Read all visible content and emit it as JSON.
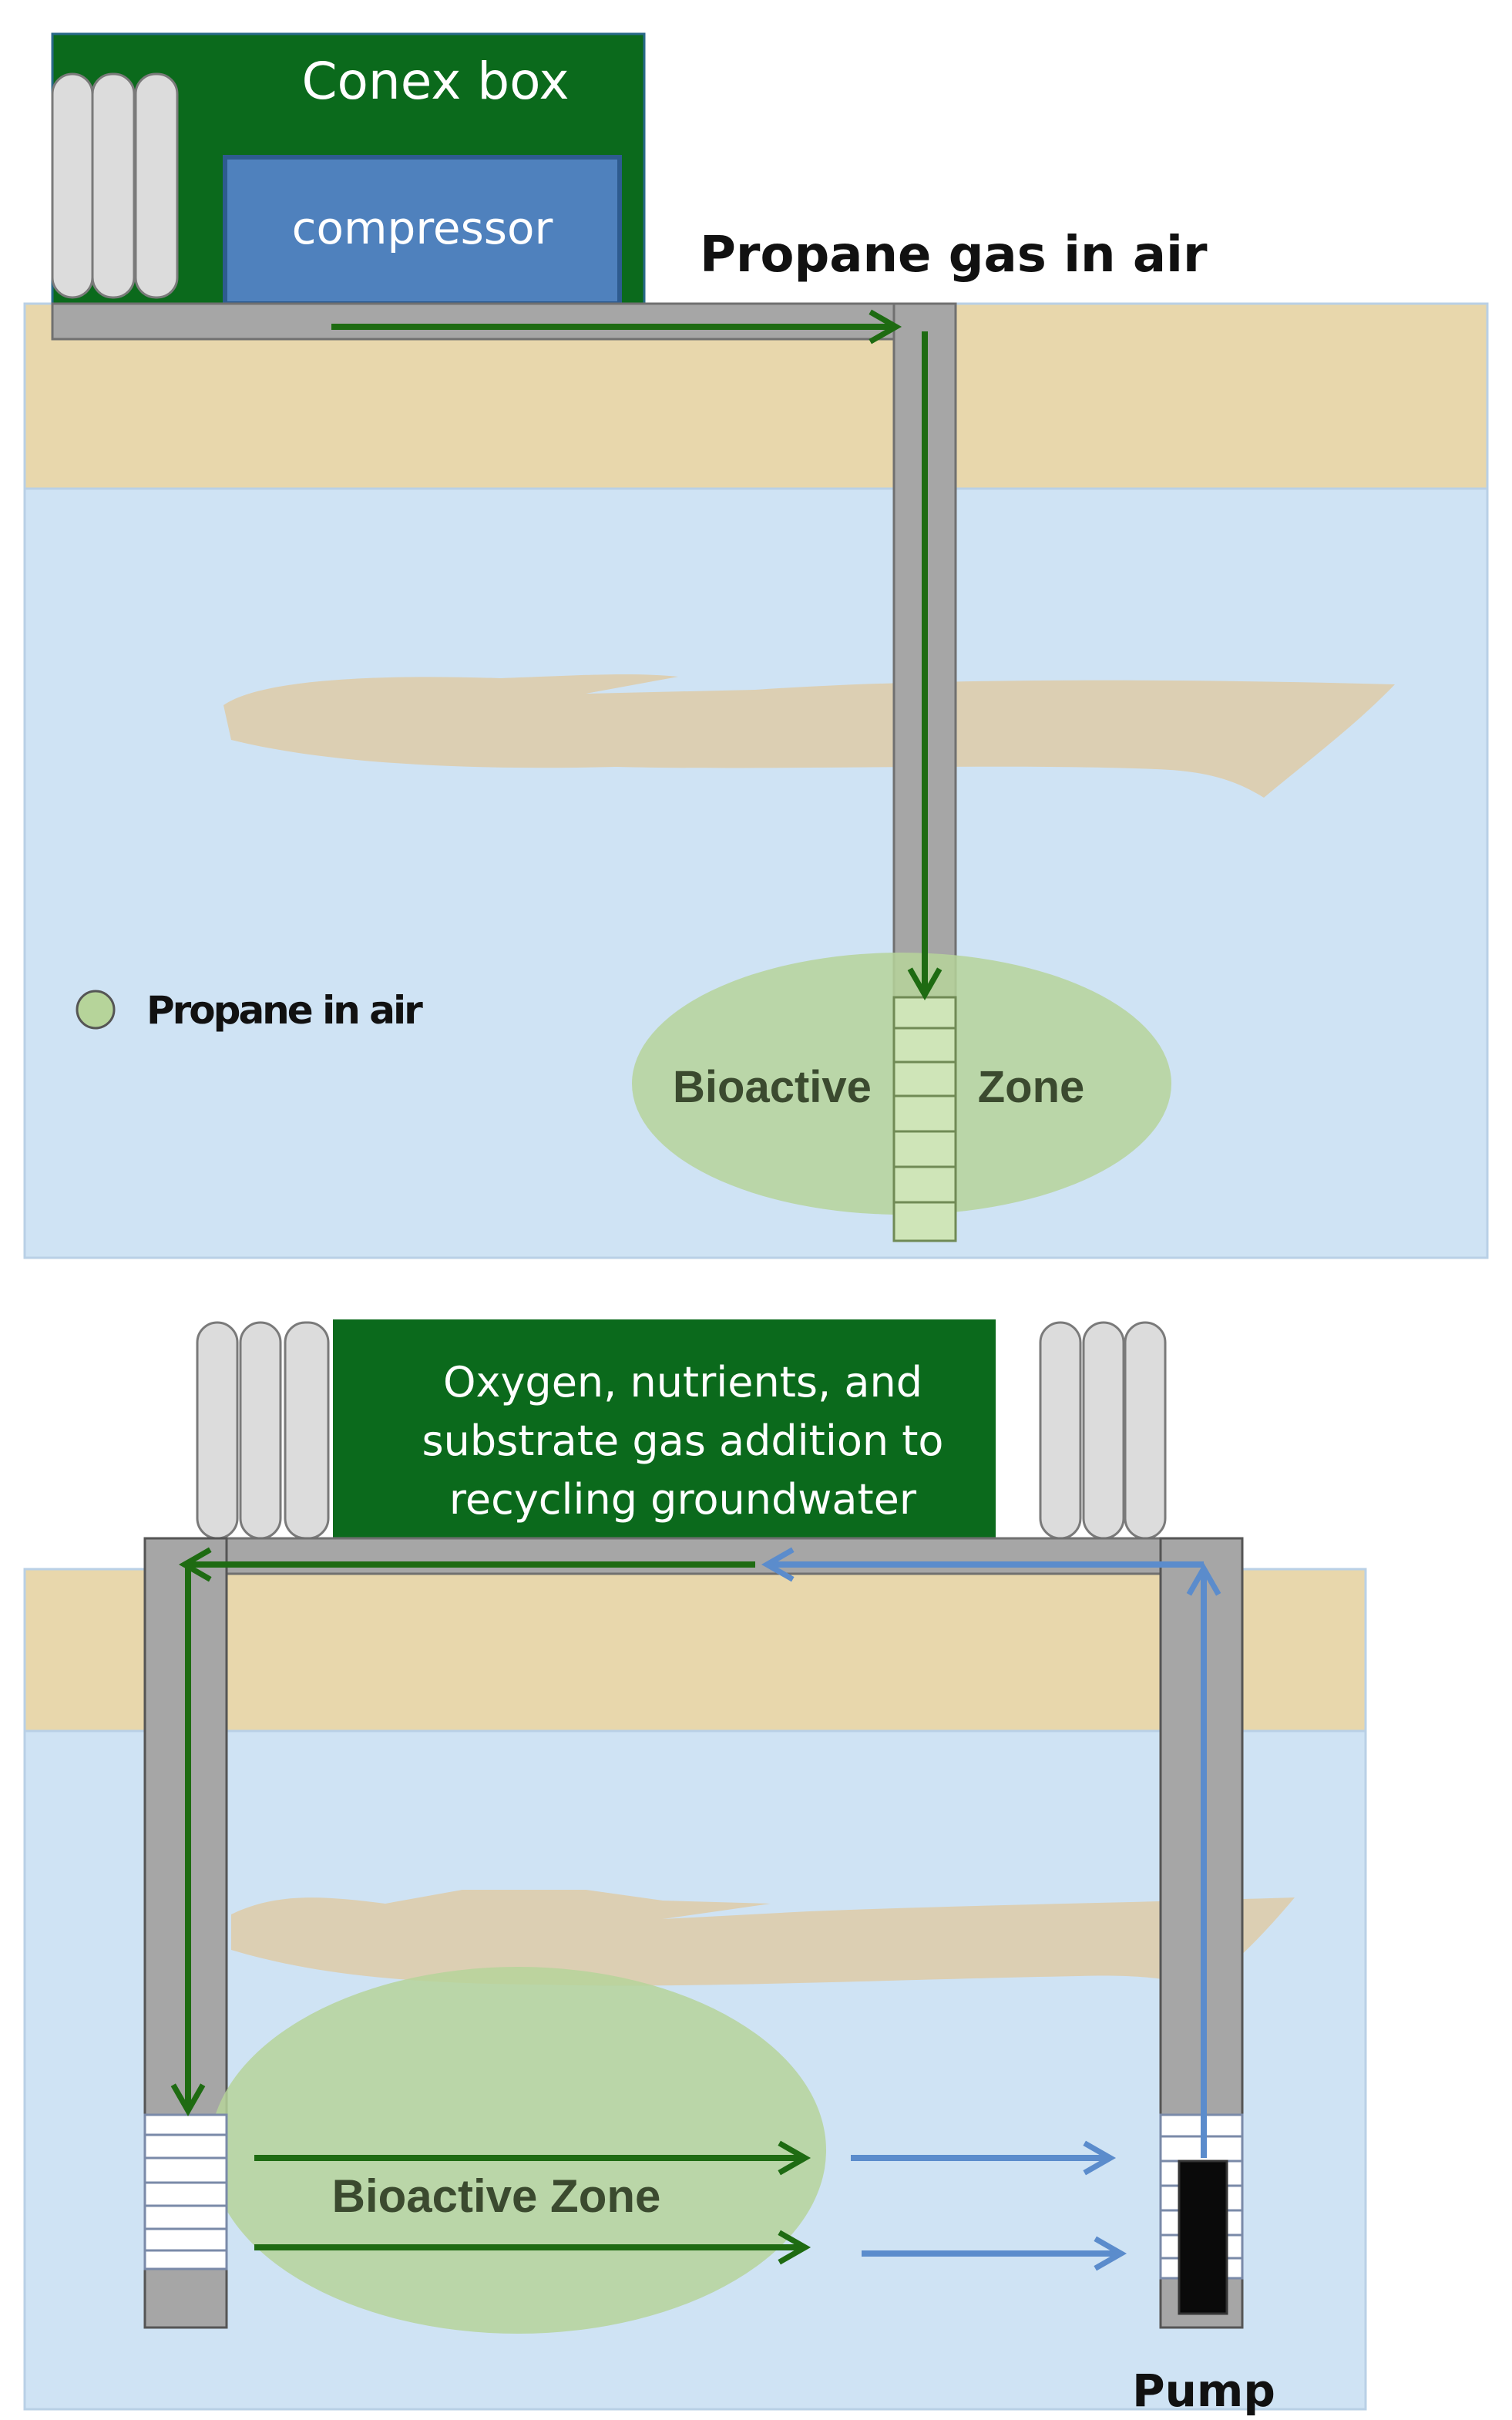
{
  "top_panel": {
    "enclosure_label": "Conex box",
    "compressor_label": "compressor",
    "flow_label": "Propane gas in air",
    "legend_label": "Propane in air",
    "zone_label_left": "Bioactive",
    "zone_label_right": "Zone"
  },
  "bottom_panel": {
    "enclosure_label_lines": [
      "Oxygen, nutrients, and",
      "substrate gas addition to",
      "recycling groundwater"
    ],
    "zone_label": "Bioactive Zone",
    "pump_label": "Pump"
  },
  "colors": {
    "enclosure_green": "#0b6a1c",
    "compressor_blue": "#4f81bd",
    "sand": "#e8d7ac",
    "water": "#cfe3f4",
    "pipe_gray": "#a6a6a6",
    "bioactive_zone": "#b6d49a",
    "flow_green_arrow": "#1e6b12",
    "flow_blue_arrow": "#5b8ccc"
  }
}
